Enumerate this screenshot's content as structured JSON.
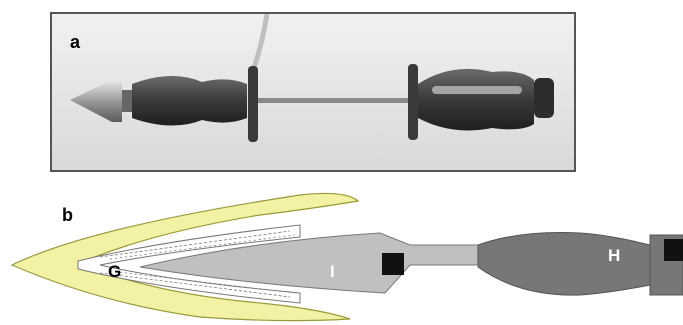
{
  "figure": {
    "panel_a_label": "a",
    "panel_b_label": "b",
    "part_labels": {
      "g": "G",
      "i": "I",
      "h": "H"
    },
    "colors": {
      "jaw_yellow": "#f3f1a3",
      "jaw_outline": "#9a9a3a",
      "inner_grey": "#c0c0c0",
      "handle_grey": "#777777",
      "marker_black": "#111111"
    }
  }
}
